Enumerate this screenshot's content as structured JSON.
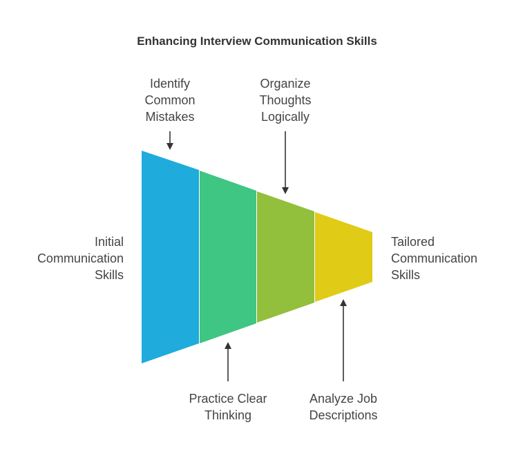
{
  "title": "Enhancing Interview Communication Skills",
  "labels": {
    "start": "Initial\nCommunication\nSkills",
    "end": "Tailored\nCommunication\nSkills",
    "identify": "Identify\nCommon\nMistakes",
    "organize": "Organize\nThoughts\nLogically",
    "practice": "Practice Clear\nThinking",
    "analyze": "Analyze Job\nDescriptions"
  },
  "colors": {
    "segment_1": "#1fabdb",
    "segment_2": "#3ec682",
    "segment_3": "#92bf3c",
    "segment_4": "#e0cb17",
    "arrow": "#333333"
  }
}
